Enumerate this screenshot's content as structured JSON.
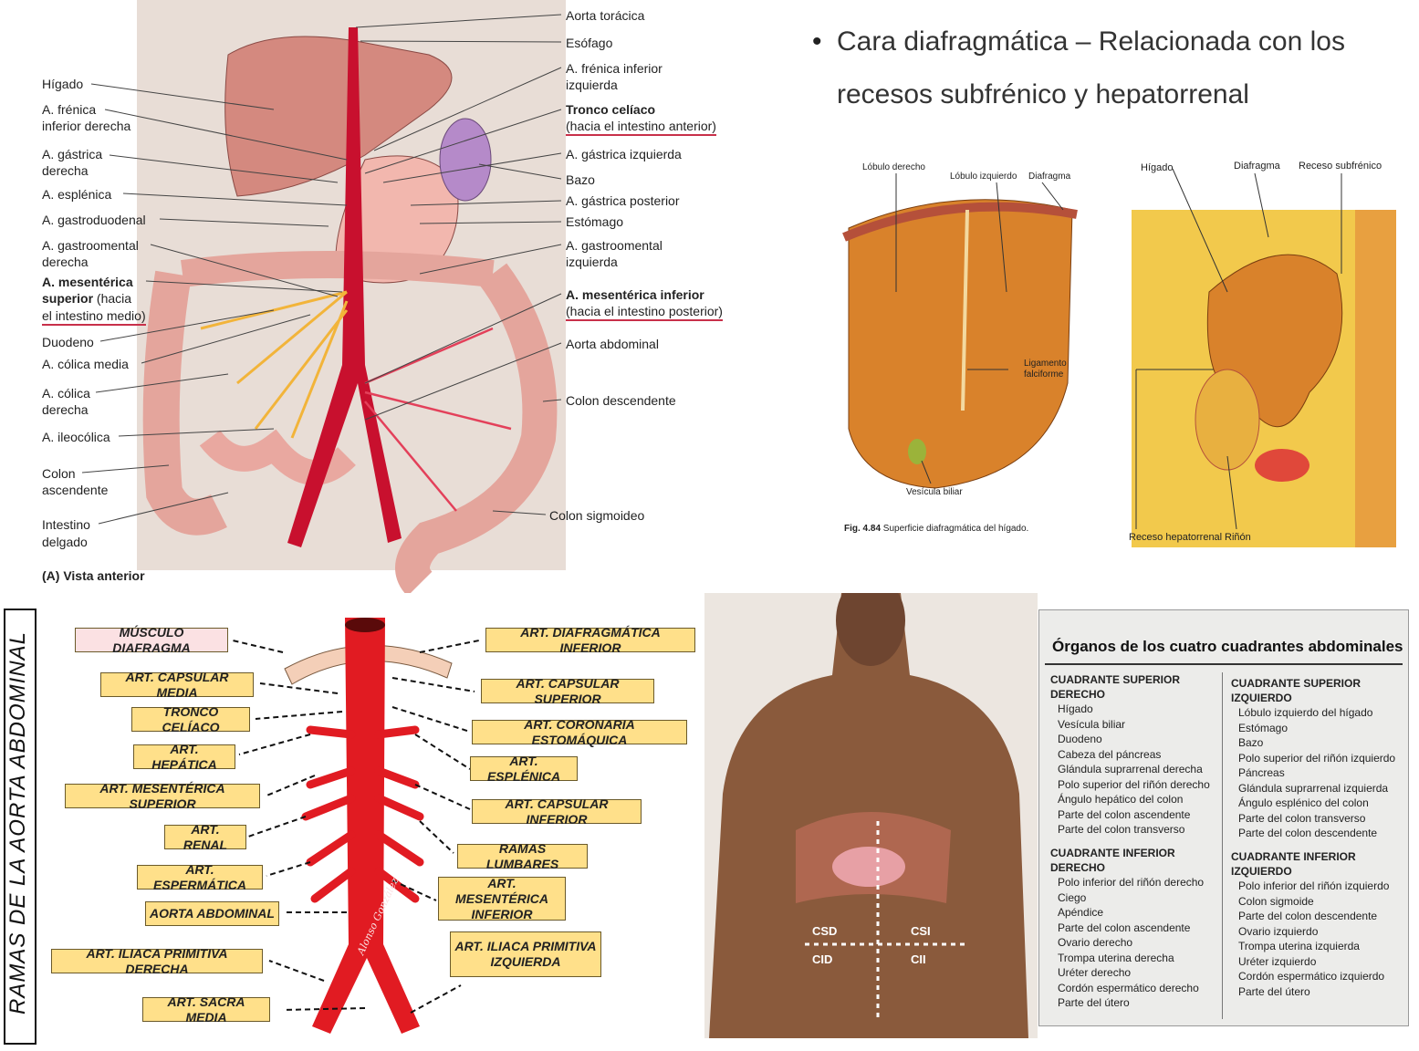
{
  "panel_anterior": {
    "left_labels": [
      "Hígado",
      "A. frénica",
      "inferior derecha",
      "A. gástrica",
      "derecha",
      "A. esplénica",
      "A. gastroduodenal",
      "A. gastroomental",
      "derecha",
      "A. mesentérica",
      "superior",
      "(hacia",
      "el intestino medio)",
      "Duodeno",
      "A. cólica media",
      "A. cólica",
      "derecha",
      "A. ileocólica",
      "Colon",
      "ascendente",
      "Intestino",
      "delgado"
    ],
    "right_labels": [
      "Aorta torácica",
      "Esófago",
      "A. frénica inferior",
      "izquierda",
      "Tronco celíaco",
      "(hacia el intestino anterior)",
      "A. gástrica izquierda",
      "Bazo",
      "A. gástrica posterior",
      "Estómago",
      "A. gastroomental",
      "izquierda",
      "A. mesentérica inferior",
      "(hacia el intestino posterior)",
      "Aorta abdominal",
      "Colon descendente",
      "Colon sigmoideo"
    ],
    "caption": "(A) Vista anterior"
  },
  "panel_diafragmatica": {
    "bullet": "•",
    "title_line1": "Cara diafragmática – Relacionada con los",
    "title_line2": "recesos subfrénico y hepatorrenal",
    "liver_labels": [
      "Lóbulo derecho",
      "Lóbulo izquierdo",
      "Diafragma",
      "Ligamento",
      "falciforme",
      "Vesícula biliar"
    ],
    "fig_caption_bold": "Fig. 4.84",
    "fig_caption": "Superficie diafragmática del hígado.",
    "section_labels": [
      "Hígado",
      "Diafragma",
      "Receso subfrénico",
      "Receso hepatorrenal",
      "Riñón"
    ]
  },
  "panel_ramas": {
    "vertical_title": "RAMAS DE LA AORTA ABDOMINAL",
    "left_boxes": [
      "MÚSCULO DIAFRAGMA",
      "ART. CAPSULAR MEDIA",
      "TRONCO CELÍACO",
      "ART. HEPÁTICA",
      "ART. MESENTÉRICA SUPERIOR",
      "ART. RENAL",
      "ART. ESPERMÁTICA",
      "AORTA ABDOMINAL",
      "ART. ILIACA PRIMITIVA DERECHA",
      "ART. SACRA MEDIA"
    ],
    "right_boxes": [
      "ART. DIAFRAGMÁTICA INFERIOR",
      "ART. CAPSULAR SUPERIOR",
      "ART. CORONARIA ESTOMÁQUICA",
      "ART. ESPLÉNICA",
      "ART. CAPSULAR INFERIOR",
      "RAMAS LUMBARES",
      "ART. MESENTÉRICA",
      "INFERIOR",
      "ART. ILIACA PRIMITIVA",
      "IZQUIERDA"
    ],
    "signature": "Alonso González"
  },
  "panel_cuadrantes_photo": {
    "labels": [
      "CSD",
      "CSI",
      "CID",
      "CII"
    ]
  },
  "panel_cuadrantes_table": {
    "title": "Órganos de los cuatro cuadrantes abdominales",
    "q1_head": [
      "CUADRANTE SUPERIOR",
      "DERECHO"
    ],
    "q1_items": [
      "Hígado",
      "Vesícula biliar",
      "Duodeno",
      "Cabeza del páncreas",
      "Glándula suprarrenal derecha",
      "Polo superior del riñón derecho",
      "Ángulo hepático del colon",
      "Parte del colon ascendente",
      "Parte del colon transverso"
    ],
    "q2_head": [
      "CUADRANTE SUPERIOR",
      "IZQUIERDO"
    ],
    "q2_items": [
      "Lóbulo izquierdo del hígado",
      "Estómago",
      "Bazo",
      "Polo superior del riñón izquierdo",
      "Páncreas",
      "Glándula suprarrenal izquierda",
      "Ángulo esplénico del colon",
      "Parte del colon transverso",
      "Parte del colon descendente"
    ],
    "q3_head": [
      "CUADRANTE INFERIOR",
      "DERECHO"
    ],
    "q3_items": [
      "Polo inferior del riñón derecho",
      "Ciego",
      "Apéndice",
      "Parte del colon ascendente",
      "Ovario derecho",
      "Trompa uterina derecha",
      "Uréter derecho",
      "Cordón espermático derecho",
      "Parte del útero"
    ],
    "q4_head": [
      "CUADRANTE INFERIOR",
      "IZQUIERDO"
    ],
    "q4_items": [
      "Polo inferior del riñón izquierdo",
      "Colon sigmoide",
      "Parte del colon descendente",
      "Ovario izquierdo",
      "Trompa uterina izquierda",
      "Uréter izquierdo",
      "Cordón espermático izquierdo",
      "Parte del útero"
    ]
  },
  "colors": {
    "artery": "#c8102e",
    "label_box": "#ffe08a",
    "liver": "#d9822b",
    "skin": "#8a5a3c",
    "underline": "#c8304a"
  }
}
